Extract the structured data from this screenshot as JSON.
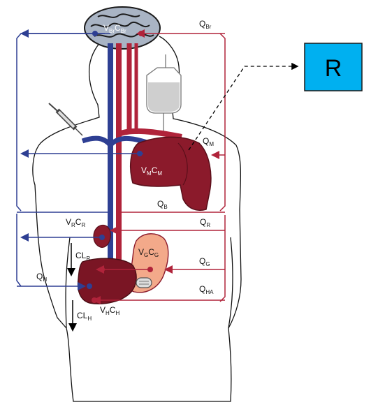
{
  "result_box": {
    "label": "R",
    "color": "#00b0f0"
  },
  "colors": {
    "venous": "#2e3f93",
    "arterial": "#b0233a",
    "organ": "#8b1a2b",
    "stomach": "#f3a98a"
  },
  "labels": {
    "brain": {
      "v": "V",
      "v_sub": "Br",
      "c": "C",
      "c_sub": "Br"
    },
    "q_brain": {
      "q": "Q",
      "sub": "Br"
    },
    "muscle": {
      "v": "V",
      "v_sub": "M",
      "c": "C",
      "c_sub": "M"
    },
    "q_muscle": {
      "q": "Q",
      "sub": "M"
    },
    "q_blood": {
      "q": "Q",
      "sub": "B"
    },
    "kidney": {
      "v": "V",
      "v_sub": "R",
      "c": "C",
      "c_sub": "R"
    },
    "q_kidney": {
      "q": "Q",
      "sub": "R"
    },
    "cl_kidney": {
      "cl": "CL",
      "sub": "R"
    },
    "gut": {
      "v": "V",
      "v_sub": "G",
      "c": "C",
      "c_sub": "G"
    },
    "q_gut": {
      "q": "Q",
      "sub": "G"
    },
    "q_hepatic_out": {
      "q": "Q",
      "sub": "H"
    },
    "q_hepatic_artery": {
      "q": "Q",
      "sub": "HA"
    },
    "liver": {
      "v": "V",
      "v_sub": "H",
      "c": "C",
      "c_sub": "H"
    },
    "cl_liver": {
      "cl": "CL",
      "sub": "H"
    }
  },
  "icons": [
    "brain-icon",
    "syringe-icon",
    "iv-bag-icon",
    "pill-icon"
  ]
}
